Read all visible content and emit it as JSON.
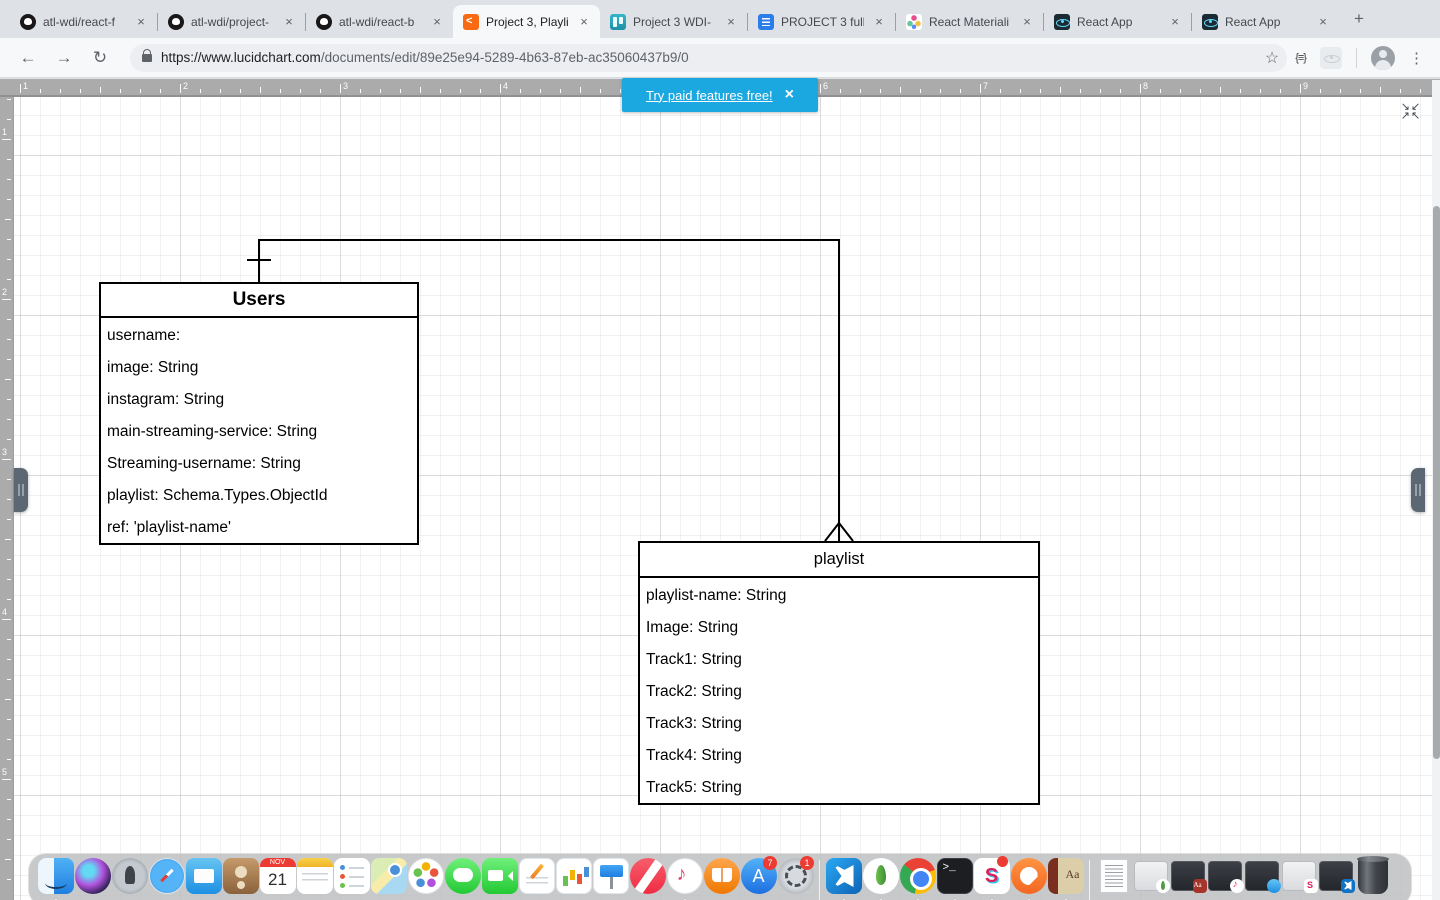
{
  "browser": {
    "tabs": [
      {
        "icon": "github",
        "title": "atl-wdi/react-f"
      },
      {
        "icon": "github",
        "title": "atl-wdi/project-"
      },
      {
        "icon": "github",
        "title": "atl-wdi/react-b"
      },
      {
        "icon": "lucidchart",
        "title": "Project 3, Playli",
        "active": true
      },
      {
        "icon": "trello",
        "title": "Project 3 WDI-"
      },
      {
        "icon": "gdocs",
        "title": "PROJECT 3 full"
      },
      {
        "icon": "react-colorful",
        "title": "React Materiali"
      },
      {
        "icon": "react",
        "title": "React App"
      },
      {
        "icon": "react",
        "title": "React App"
      }
    ],
    "icons": {
      "back": "←",
      "forward": "→",
      "refresh": "↻",
      "bookmark": "☆",
      "extension_json": "{≡}",
      "menu": "⋮",
      "close": "×",
      "new_tab": "+"
    },
    "url": {
      "origin": "https://www.lucidchart.com",
      "path": "/documents/edit/89e25e94-5289-4b63-87eb-ac35060437b9/0"
    }
  },
  "lucidchart": {
    "banner": {
      "label": "Try paid features free!",
      "close": "×"
    },
    "ruler": {
      "horizontal": [
        "1",
        "2",
        "3",
        "4",
        "5",
        "6",
        "7",
        "8",
        "9"
      ],
      "vertical": [
        "1",
        "2",
        "3",
        "4",
        "5"
      ]
    }
  },
  "diagram": {
    "entities": [
      {
        "name": "Users",
        "title_bold": true,
        "fields": [
          "username:",
          "image: String",
          "instagram: String",
          "main-streaming-service: String",
          "Streaming-username: String",
          "playlist: Schema.Types.ObjectId",
          "ref: 'playlist-name'"
        ]
      },
      {
        "name": "playlist",
        "title_bold": false,
        "fields": [
          "playlist-name: String",
          "Image: String",
          "Track1: String",
          "Track2: String",
          "Track3: String",
          "Track4: String",
          "Track5: String"
        ]
      }
    ],
    "relationship": {
      "from": "Users",
      "to": "playlist",
      "from_cardinality": "one",
      "to_cardinality": "many"
    }
  },
  "dock": {
    "items": [
      {
        "name": "finder",
        "label": "Finder",
        "running": true
      },
      {
        "name": "siri",
        "label": "Siri"
      },
      {
        "name": "launchpad",
        "label": "Launchpad"
      },
      {
        "name": "safari",
        "label": "Safari"
      },
      {
        "name": "mail",
        "label": "Mail"
      },
      {
        "name": "contacts",
        "label": "Contacts"
      },
      {
        "name": "calendar",
        "label": "Calendar",
        "month": "NOV",
        "day": "21"
      },
      {
        "name": "notes",
        "label": "Notes"
      },
      {
        "name": "reminders",
        "label": "Reminders"
      },
      {
        "name": "maps",
        "label": "Maps"
      },
      {
        "name": "photos",
        "label": "Photos"
      },
      {
        "name": "messages",
        "label": "Messages"
      },
      {
        "name": "facetime",
        "label": "FaceTime"
      },
      {
        "name": "pages",
        "label": "Pages"
      },
      {
        "name": "numbers",
        "label": "Numbers"
      },
      {
        "name": "keynote",
        "label": "Keynote"
      },
      {
        "name": "news",
        "label": "News"
      },
      {
        "name": "itunes",
        "label": "iTunes",
        "running": true
      },
      {
        "name": "books",
        "label": "Books"
      },
      {
        "name": "app-store",
        "label": "App Store",
        "badge": "7"
      },
      {
        "name": "system-preferences",
        "label": "System Preferences",
        "badge": "1"
      },
      {
        "separator": true
      },
      {
        "name": "vscode",
        "label": "Visual Studio Code",
        "running": true
      },
      {
        "name": "mongodb",
        "label": "MongoDB",
        "running": true
      },
      {
        "name": "chrome",
        "label": "Google Chrome",
        "running": true
      },
      {
        "name": "terminal",
        "label": "Terminal",
        "running": true
      },
      {
        "name": "slack",
        "label": "Slack",
        "running": true,
        "badge": "●"
      },
      {
        "name": "postman",
        "label": "Postman",
        "running": true
      },
      {
        "name": "dictionary",
        "label": "Dictionary",
        "running": true
      },
      {
        "separator": true
      },
      {
        "name": "minimized-document",
        "label": "Document",
        "kind": "doc"
      },
      {
        "name": "minimized-window-mongodb",
        "label": "Minimized window",
        "kind": "win-light",
        "badge_app": "mongodb"
      },
      {
        "name": "minimized-window-dictionary",
        "label": "Minimized window",
        "kind": "win",
        "badge_app": "dictionary"
      },
      {
        "name": "minimized-window-itunes",
        "label": "Minimized window",
        "kind": "win",
        "badge_app": "itunes"
      },
      {
        "name": "minimized-window-mail",
        "label": "Minimized window",
        "kind": "win",
        "badge_app": "mail"
      },
      {
        "name": "minimized-window-slack",
        "label": "Minimized window",
        "kind": "win-light",
        "badge_app": "slack"
      },
      {
        "name": "minimized-window-vscode",
        "label": "Minimized window",
        "kind": "win",
        "badge_app": "vscode"
      },
      {
        "name": "trash",
        "label": "Trash",
        "kind": "trash"
      }
    ]
  },
  "colors": {
    "banner_blue": "#1ba7e0",
    "ruler_gray": "#ababab",
    "entity_border": "#000000",
    "canvas_white": "#ffffff",
    "dock_gray": "#bdbfc1"
  }
}
